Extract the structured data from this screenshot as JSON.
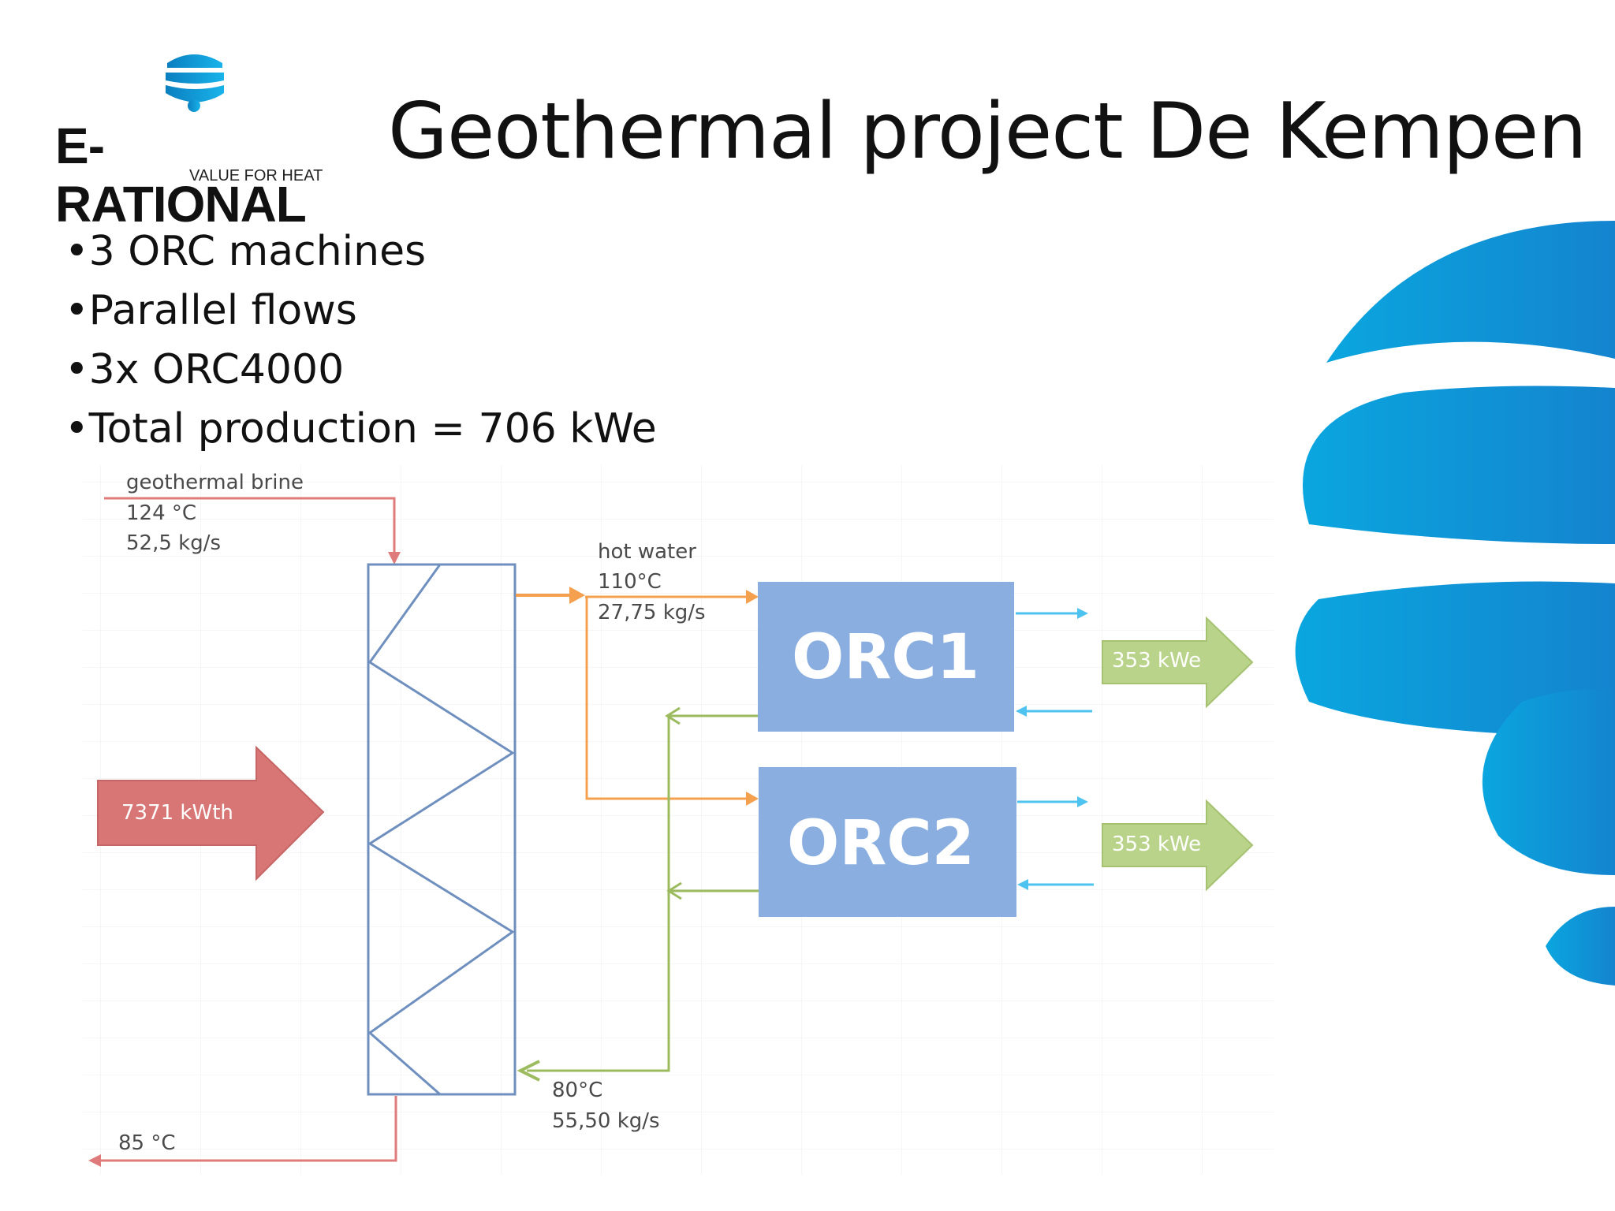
{
  "logo": {
    "name": "E-RATIONAL",
    "tagline": "VALUE FOR HEAT"
  },
  "title": "Geothermal project De Kempen",
  "bullets": [
    "3 ORC machines",
    "Parallel flows",
    "3x ORC4000",
    "Total production = 706 kWe"
  ],
  "diagram": {
    "brine": {
      "name": "geothermal brine",
      "temperature": "124 °C",
      "flow": "52,5 kg/s"
    },
    "hot_water": {
      "name": "hot water",
      "temperature": "110°C",
      "flow": "27,75 kg/s"
    },
    "return": {
      "temperature": "80°C",
      "flow": "55,50 kg/s"
    },
    "outlet": {
      "temperature": "85 °C"
    },
    "heat_input": "7371 kWth",
    "machines": [
      {
        "label": "ORC1",
        "output": "353 kWe"
      },
      {
        "label": "ORC2",
        "output": "353 kWe"
      }
    ]
  },
  "colors": {
    "brine": "#e07b7b",
    "hot_water": "#f4a04f",
    "return_water": "#9cbb5e",
    "cooling": "#4fc3ef",
    "orc_box": "#8aaee0",
    "output_arrow": "#b9d48a",
    "heat_arrow": "#d87676",
    "exchanger": "#6f8fbf",
    "brand_blue": "#0a9ad6"
  }
}
